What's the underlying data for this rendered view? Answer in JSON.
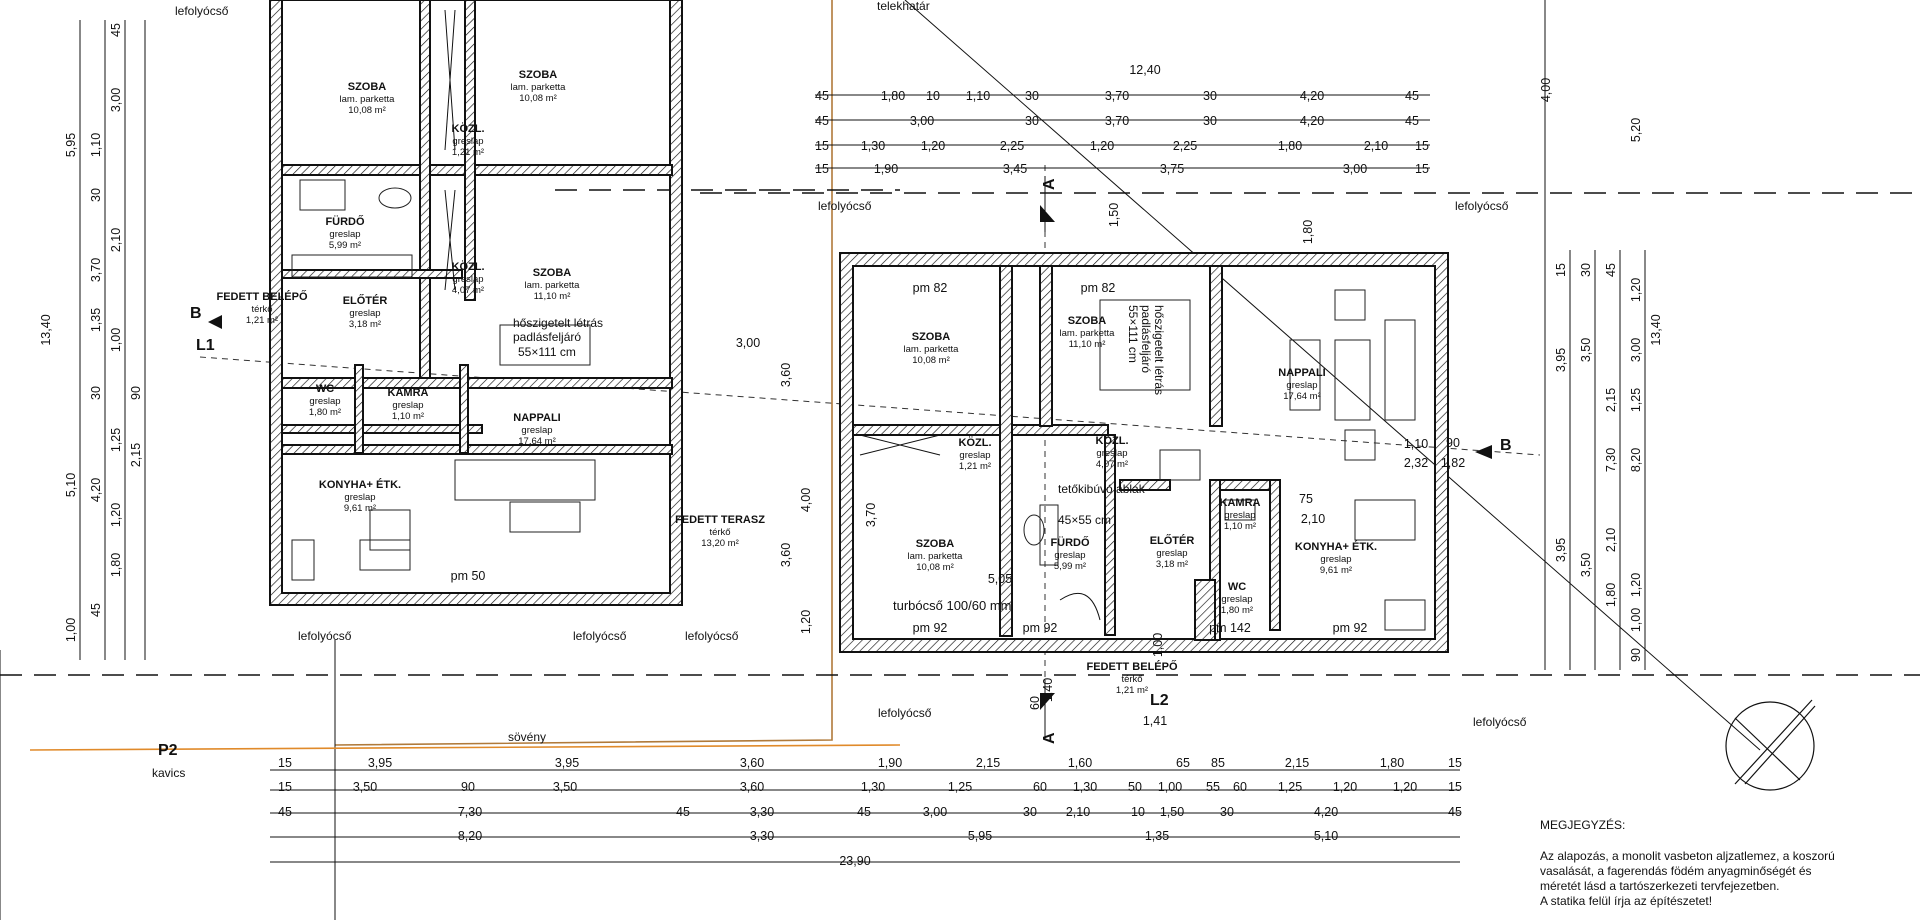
{
  "labels": {
    "telekhatar": "telekhatár",
    "soveny": "sövény",
    "lefolyocso": "lefolyócső",
    "p2": "P2",
    "kavics": "kavics",
    "l1": "L1",
    "l2": "L2",
    "a": "A",
    "b": "B",
    "turbocso": "turbócső 100/60 mm",
    "tetokibuvo": "tetőkibúvó ablak",
    "tetokibuvo_size": "45×55 cm",
    "hoszig1": "hőszigetelt létrás",
    "hoszig2": "padlásfeljáró",
    "hoszig3": "55×111 cm",
    "pm82": "pm 82",
    "pm92": "pm 92",
    "pm50": "pm 50",
    "pm142": "pm 142"
  },
  "rooms_left": [
    {
      "name": "SZOBA",
      "floor": "lam. parketta",
      "area": "10,08 m²"
    },
    {
      "name": "SZOBA",
      "floor": "lam. parketta",
      "area": "10,08 m²"
    },
    {
      "name": "KÖZL.",
      "floor": "greslap",
      "area": "1,21 m²"
    },
    {
      "name": "FÜRDŐ",
      "floor": "greslap",
      "area": "5,99 m²"
    },
    {
      "name": "KÖZL.",
      "floor": "greslap",
      "area": "4,07 m²"
    },
    {
      "name": "SZOBA",
      "floor": "lam. parketta",
      "area": "11,10 m²"
    },
    {
      "name": "FEDETT BELÉPŐ",
      "floor": "térkő",
      "area": "1,21 m²"
    },
    {
      "name": "ELŐTÉR",
      "floor": "greslap",
      "area": "3,18 m²"
    },
    {
      "name": "WC",
      "floor": "greslap",
      "area": "1,80 m²"
    },
    {
      "name": "KAMRA",
      "floor": "greslap",
      "area": "1,10 m²"
    },
    {
      "name": "NAPPALI",
      "floor": "greslap",
      "area": "17,64 m²"
    },
    {
      "name": "KONYHA+ ÉTK.",
      "floor": "greslap",
      "area": "9,61 m²"
    },
    {
      "name": "FEDETT TERASZ",
      "floor": "térkő",
      "area": "13,20 m²"
    }
  ],
  "rooms_right": [
    {
      "name": "SZOBA",
      "floor": "lam. parketta",
      "area": "10,08 m²"
    },
    {
      "name": "SZOBA",
      "floor": "lam. parketta",
      "area": "11,10 m²"
    },
    {
      "name": "NAPPALI",
      "floor": "greslap",
      "area": "17,64 m²"
    },
    {
      "name": "KÖZL.",
      "floor": "greslap",
      "area": "1,21 m²"
    },
    {
      "name": "KÖZL.",
      "floor": "greslap",
      "area": "4,07 m²"
    },
    {
      "name": "SZOBA",
      "floor": "lam. parketta",
      "area": "10,08 m²"
    },
    {
      "name": "FÜRDŐ",
      "floor": "greslap",
      "area": "5,99 m²"
    },
    {
      "name": "ELŐTÉR",
      "floor": "greslap",
      "area": "3,18 m²"
    },
    {
      "name": "KAMRA",
      "floor": "greslap",
      "area": "1,10 m²"
    },
    {
      "name": "KONYHA+ ÉTK.",
      "floor": "greslap",
      "area": "9,61 m²"
    },
    {
      "name": "WC",
      "floor": "greslap",
      "area": "1,80 m²"
    },
    {
      "name": "FEDETT BELÉPŐ",
      "floor": "térkő",
      "area": "1,21 m²"
    }
  ],
  "dims_top": {
    "total": "12,40",
    "row1": [
      "45",
      "1,80",
      "10",
      "1,10",
      "30",
      "3,70",
      "30",
      "4,20",
      "45"
    ],
    "row2": [
      "45",
      "3,00",
      "30",
      "3,70",
      "30",
      "4,20",
      "45"
    ],
    "row3": [
      "15",
      "1,30",
      "1,20",
      "2,25",
      "1,20",
      "2,25",
      "1,80",
      "2,10",
      "15"
    ],
    "row4": [
      "15",
      "1,90",
      "3,45",
      "3,75",
      "3,00",
      "15"
    ]
  },
  "dims_bottom": {
    "row1": [
      "15",
      "3,95",
      "3,95",
      "3,60",
      "1,90",
      "2,15",
      "1,60",
      "65",
      "85",
      "2,15",
      "1,80",
      "15"
    ],
    "row2": [
      "15",
      "3,50",
      "90",
      "3,50",
      "3,60",
      "1,30",
      "1,25",
      "60",
      "1,30",
      "50",
      "1,00",
      "55",
      "60",
      "1,25",
      "1,20",
      "1,20",
      "15"
    ],
    "row3": [
      "45",
      "7,30",
      "45",
      "3,30",
      "45",
      "3,00",
      "30",
      "2,10",
      "10",
      "1,50",
      "30",
      "4,20",
      "45"
    ],
    "row4": [
      "8,20",
      "3,30",
      "5,95",
      "1,35",
      "5,10"
    ],
    "total": "23,90"
  },
  "dims_left_v": [
    "1,00",
    "45",
    "1,80",
    "1,20",
    "4,20",
    "5,10",
    "2,15",
    "1,25",
    "90",
    "30",
    "1,00",
    "13,40",
    "2,10",
    "5,95",
    "3,00",
    "45",
    "1,35",
    "3,70",
    "1,10",
    "30"
  ],
  "dims_right_v": [
    "13,40",
    "5,20",
    "4,00",
    "3,95",
    "3,50",
    "7,30",
    "8,20",
    "3,95",
    "3,50",
    "2,10",
    "1,20",
    "1,80",
    "1,00",
    "1,25",
    "2,15",
    "3,00",
    "1,20",
    "45",
    "30",
    "15",
    "90"
  ],
  "dims_misc": [
    "3,00",
    "3,60",
    "4,00",
    "3,60",
    "3,70",
    "5,05",
    "1,41",
    "1,40",
    "1,00",
    "1,20",
    "1,82",
    "2,32",
    "1,10",
    "90",
    "2,10",
    "60",
    "1,50",
    "1,80",
    "75"
  ],
  "note": {
    "title": "MEGJEGYZÉS:",
    "line1": "Az alapozás, a monolit vasbeton aljzatlemez, a koszorú",
    "line2": "vasalását, a fagerendás födém anyagminőségét és",
    "line3": "méretét lásd a tartószerkezeti tervfejezetben.",
    "line4": "A statika felül írja az építészetet!"
  }
}
